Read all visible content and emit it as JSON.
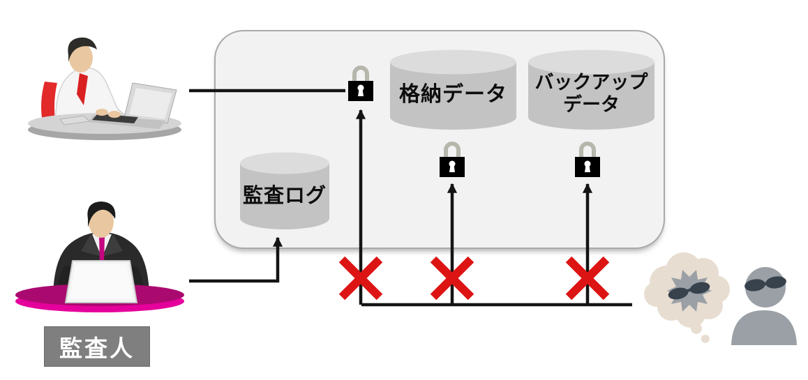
{
  "actors": {
    "authorized_user": {
      "icon": "office-worker-at-laptop-icon"
    },
    "auditor": {
      "icon": "auditor-at-laptop-icon",
      "label": "監査人"
    },
    "attacker": {
      "icon": "attacker-sunglasses-icon",
      "thought_icon": "malware-thought-bubble-icon"
    }
  },
  "protected_area": {
    "databases": {
      "audit_log": {
        "label": "監査ログ",
        "icon": "database-cylinder-icon"
      },
      "stored_data": {
        "label": "格納データ",
        "icon": "database-cylinder-icon"
      },
      "backup_data": {
        "label": "バックアップ\nデータ",
        "icon": "database-cylinder-icon"
      }
    },
    "lock_icon": "padlock-icon",
    "lock_count": 3
  },
  "blocked_marks": {
    "icon": "red-x-icon",
    "count": 3
  },
  "colors": {
    "boundary-fill": "#f2f2f2",
    "boundary-border": "#a9a9a9",
    "cylinder-body": "#c3c3c3",
    "cylinder-top": "#dcdcdc",
    "lock-body": "#8d8d82",
    "lock-shackle": "#b6b6ac",
    "line": "#141414",
    "blocked-x": "#dd1414",
    "label-bg": "#7f7f7f",
    "suit-black": "#2a2a2a",
    "tie-red": "#d92121",
    "tie-magenta": "#c4067e",
    "table-magenta-top": "#aa0a70",
    "table-magenta-rim": "#e5009b",
    "attacker-gray": "#9aa0a5",
    "sunglasses-navy": "#38424d",
    "bubble-beige": "#e8ddd1",
    "skin": "#e9c7a0"
  }
}
